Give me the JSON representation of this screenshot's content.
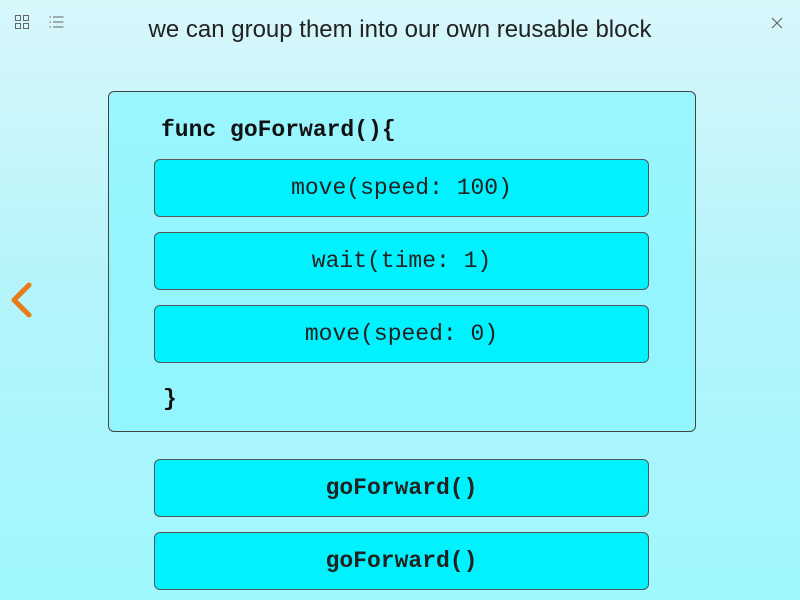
{
  "header": {
    "title": "we can group them into our own reusable block"
  },
  "toolbar": {
    "grid_icon": "grid-icon",
    "list_icon": "list-icon",
    "close_icon": "close-icon"
  },
  "navigation": {
    "back_icon": "chevron-left-icon",
    "back_color": "#e87b17"
  },
  "function_block": {
    "header": "func goForward(){",
    "body": [
      "move(speed: 100)",
      "wait(time: 1)",
      "move(speed: 0)"
    ],
    "closing": "}"
  },
  "calls": [
    "goForward()",
    "goForward()"
  ],
  "colors": {
    "block_fill": "#00f2ff",
    "container_fill": "#8cf5ff",
    "background_top": "#d8f7fb",
    "background_bottom": "#9ff8fd"
  }
}
